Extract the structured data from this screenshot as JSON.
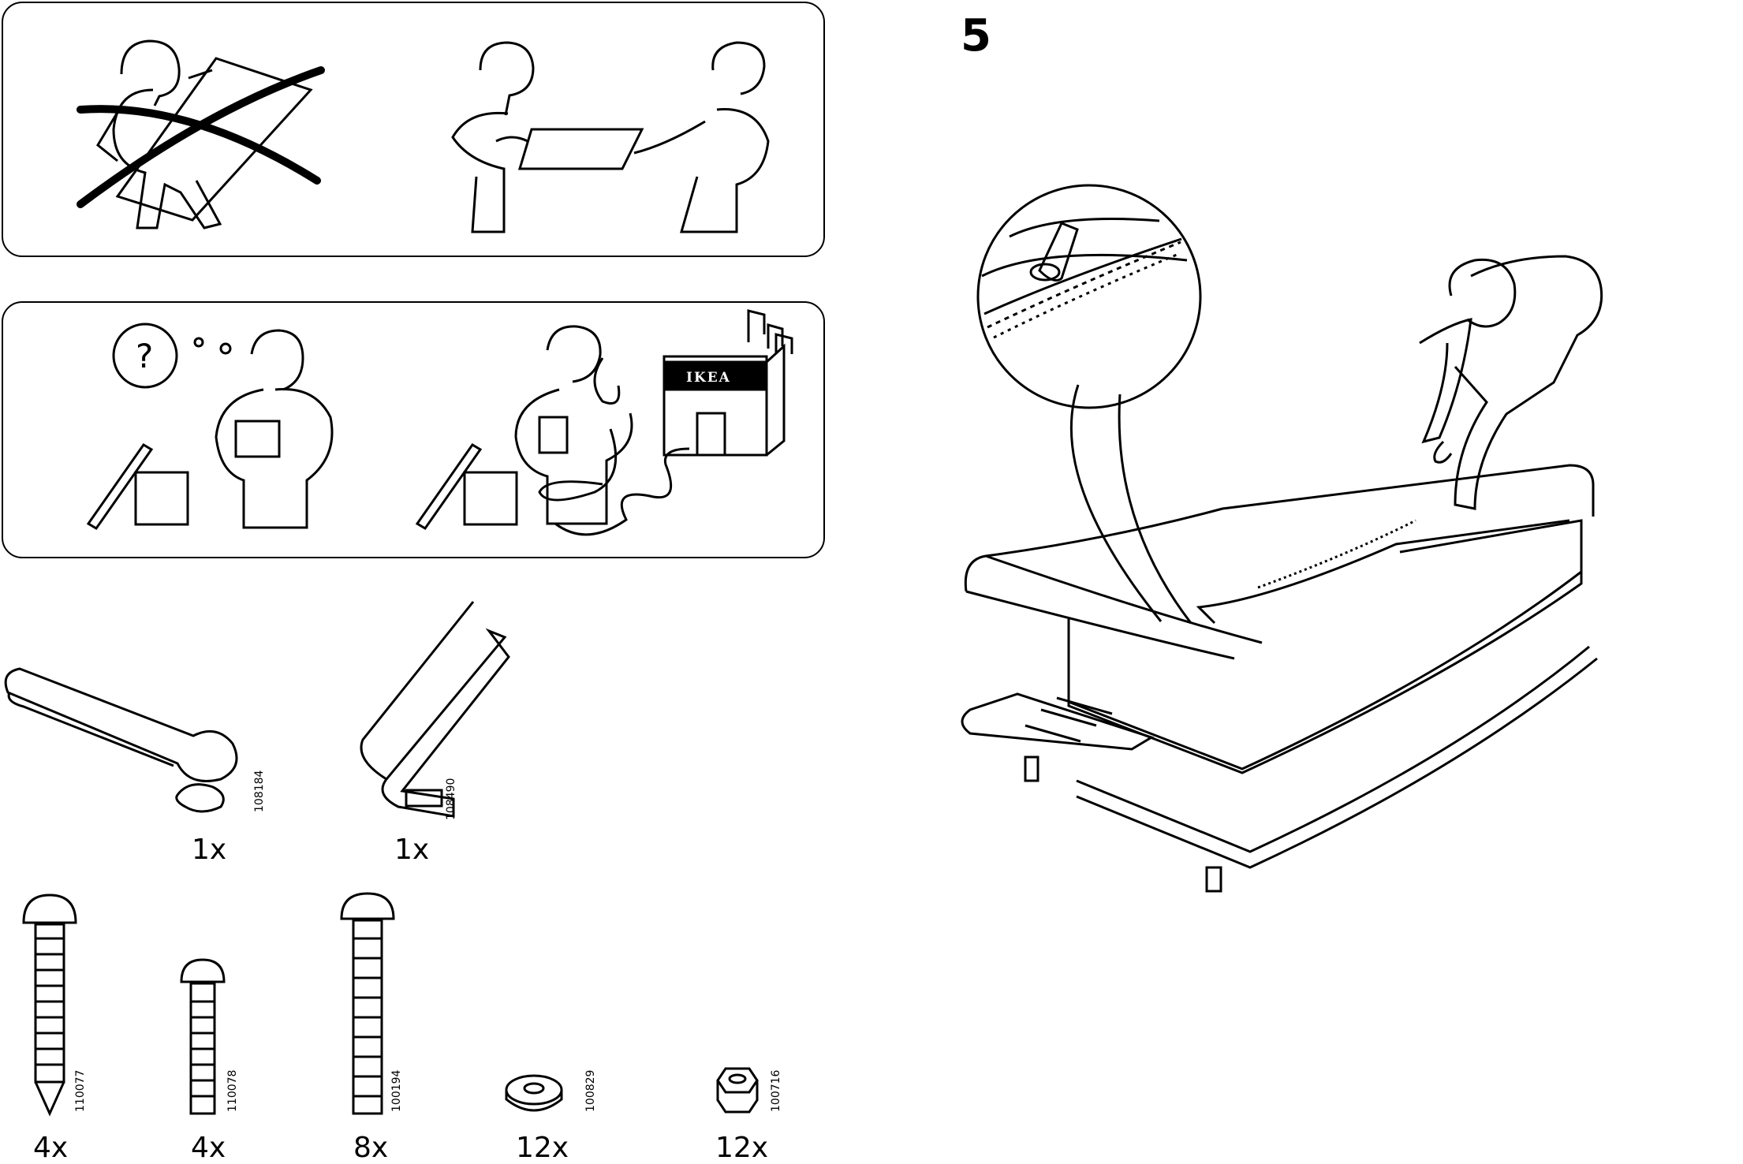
{
  "step": {
    "number": "5"
  },
  "safety_panels": [
    {
      "name": "do-not-carry-alone",
      "caption": ""
    },
    {
      "name": "carry-with-two-people",
      "caption": ""
    }
  ],
  "help_panels": [
    {
      "name": "confused-reading-instructions",
      "question_mark": "?"
    },
    {
      "name": "call-store-for-help",
      "store_sign": "IKEA"
    }
  ],
  "parts": [
    {
      "name": "ring-spanner",
      "quantity": "1x",
      "code": "108184"
    },
    {
      "name": "allen-key",
      "quantity": "1x",
      "code": "108490"
    },
    {
      "name": "long-screw-pointed",
      "quantity": "4x",
      "code": "110077"
    },
    {
      "name": "short-screw",
      "quantity": "4x",
      "code": "110078"
    },
    {
      "name": "long-screw",
      "quantity": "8x",
      "code": "100194"
    },
    {
      "name": "washer",
      "quantity": "12x",
      "code": "100829"
    },
    {
      "name": "nut",
      "quantity": "12x",
      "code": "100716"
    }
  ],
  "illustration": {
    "subject": "mattress-zipper-assembly",
    "zoom_detail": "zipper-closeup"
  },
  "colors": {
    "line": "#000000",
    "paper": "#ffffff"
  }
}
